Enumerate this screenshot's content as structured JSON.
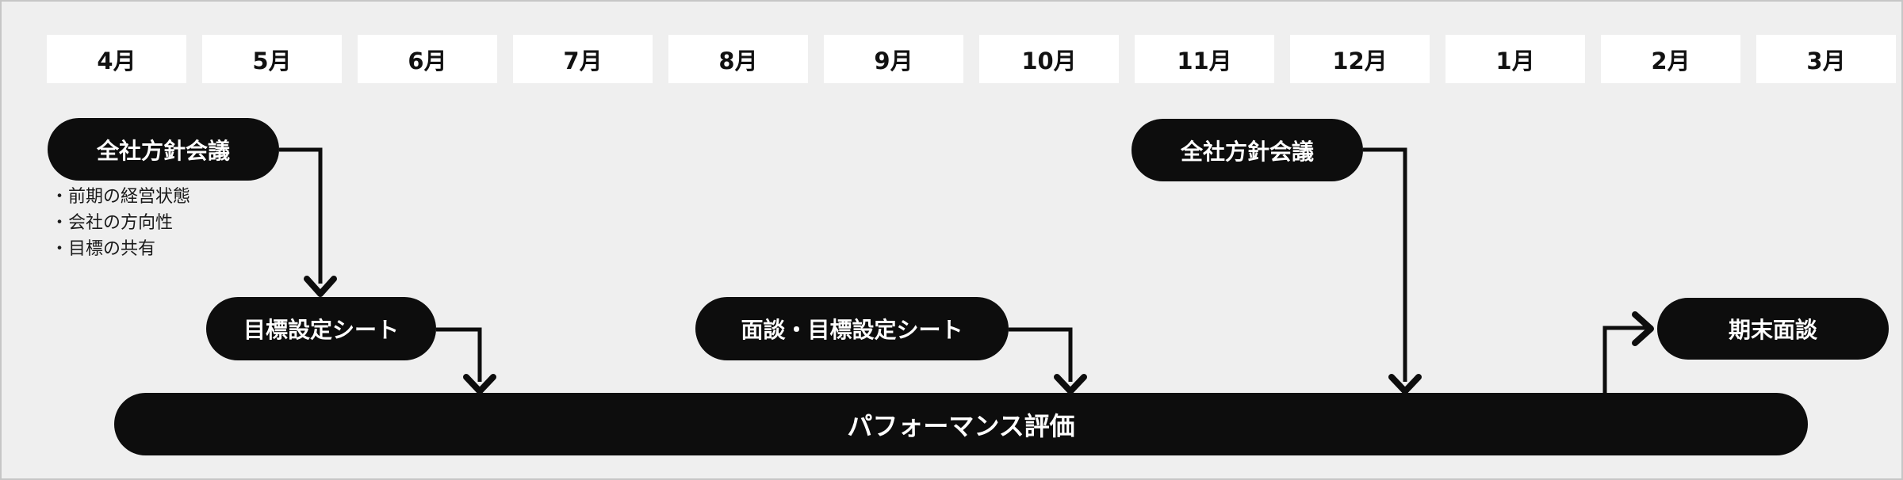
{
  "colors": {
    "background": "#efefef",
    "frame_border": "#c6c6c6",
    "ink": "#0d0d0d",
    "month_box_bg": "#ffffff",
    "month_text": "#111111",
    "pill_text": "#ffffff",
    "notes_text": "#1a1a1a"
  },
  "months": [
    "4月",
    "5月",
    "6月",
    "7月",
    "8月",
    "9月",
    "10月",
    "11月",
    "12月",
    "1月",
    "2月",
    "3月"
  ],
  "nodes": {
    "policy_meeting_start": {
      "label": "全社方針会議"
    },
    "policy_meeting_start_notes": [
      "・前期の経営状態",
      "・会社の方向性",
      "・目標の共有"
    ],
    "goal_setting_sheet": {
      "label": "目標設定シート"
    },
    "interview_goal_setting_sheet": {
      "label": "面談・目標設定シート"
    },
    "policy_meeting_mid": {
      "label": "全社方針会議"
    },
    "final_interview": {
      "label": "期末面談"
    },
    "performance_review": {
      "label": "パフォーマンス評価"
    }
  }
}
